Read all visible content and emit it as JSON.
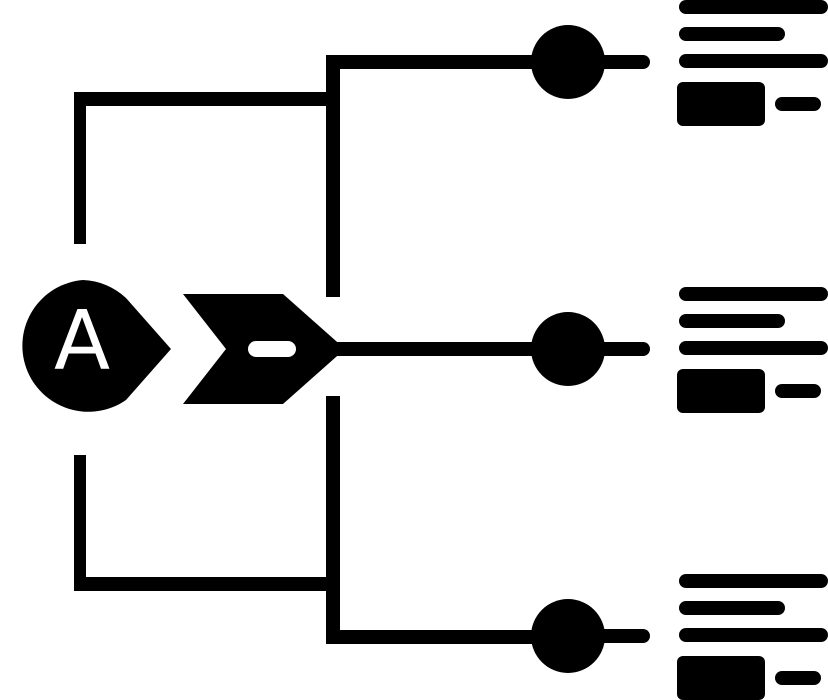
{
  "diagram": {
    "root_letter": "A",
    "colors": {
      "ink": "#000000",
      "paper": "#ffffff"
    },
    "branches": [
      {
        "id": "top",
        "text_lines": 3,
        "has_box": true
      },
      {
        "id": "middle",
        "text_lines": 3,
        "has_box": true
      },
      {
        "id": "bottom",
        "text_lines": 3,
        "has_box": true
      }
    ]
  }
}
